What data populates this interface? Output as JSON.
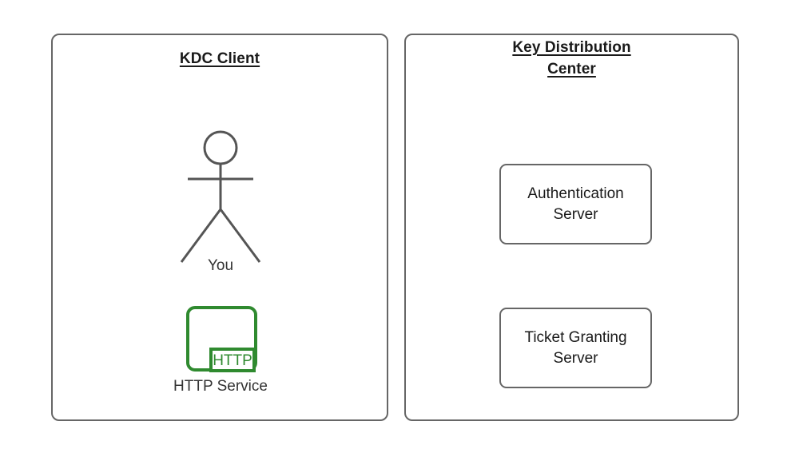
{
  "colors": {
    "background": "#ffffff",
    "panel_border": "#666666",
    "text": "#1a1a1a",
    "label_text": "#333333",
    "stroke": "#555555",
    "http_green": "#2f8a2f"
  },
  "panels": [
    {
      "id": "kdc-client",
      "title": "KDC Client",
      "title_lines": [
        "KDC Client"
      ],
      "nodes": [
        {
          "type": "actor",
          "label": "You",
          "icon": "stick-figure-icon"
        },
        {
          "type": "service",
          "label": "HTTP Service",
          "icon": "http-service-icon",
          "badge": "HTTP"
        }
      ]
    },
    {
      "id": "key-distribution-center",
      "title": "Key Distribution Center",
      "title_lines": [
        "Key Distribution",
        "Center"
      ],
      "nodes": [
        {
          "type": "box",
          "label_lines": [
            "Authentication",
            "Server"
          ]
        },
        {
          "type": "box",
          "label_lines": [
            "Ticket Granting",
            "Server"
          ]
        }
      ]
    }
  ],
  "left": {
    "title_line1": "KDC Client",
    "actor_label": "You",
    "service_label": "HTTP Service",
    "service_badge": "HTTP"
  },
  "right": {
    "title_line1": "Key Distribution",
    "title_line2": "Center",
    "auth_server_line1": "Authentication",
    "auth_server_line2": "Server",
    "tgs_server_line1": "Ticket Granting",
    "tgs_server_line2": "Server"
  }
}
